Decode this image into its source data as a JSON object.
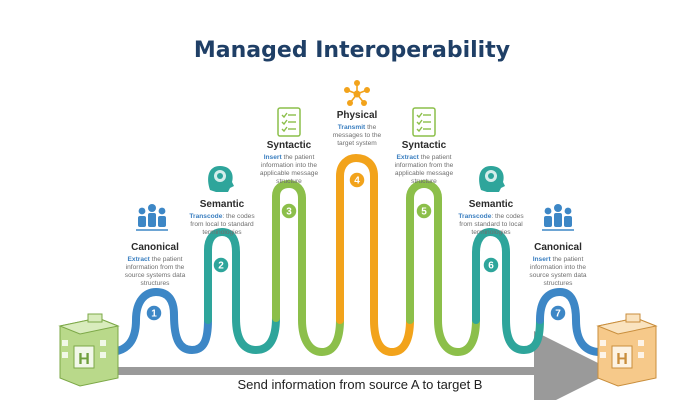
{
  "title": "Managed Interoperability",
  "footer": "Send information from source A to target B",
  "colors": {
    "title": "#1f3f66",
    "blue": "#3d87c6",
    "teal": "#2ea59b",
    "green": "#8cbf4a",
    "orange": "#f2a31b",
    "source_building": "#b9d98a",
    "target_building": "#f6c98a",
    "arrow": "#9a9a9a"
  },
  "building_letter": "H",
  "steps": [
    {
      "number": "1",
      "title": "Canonical",
      "icon": "people-icon",
      "keyword": "Extract",
      "desc": [
        "the patient",
        "information from the",
        "source systems data",
        "structures"
      ]
    },
    {
      "number": "2",
      "title": "Semantic",
      "icon": "brain-head-icon",
      "keyword": "Transcode",
      "desc": [
        ": the codes",
        "from local to standard",
        "terminologies"
      ]
    },
    {
      "number": "3",
      "title": "Syntactic",
      "icon": "checklist-icon",
      "keyword": "Insert",
      "desc": [
        "the patient",
        "information into the",
        "applicable message",
        "structure"
      ]
    },
    {
      "number": "4",
      "title": "Physical",
      "icon": "network-icon",
      "keyword": "Transmit",
      "desc": [
        "the",
        "messages to the",
        "target system"
      ]
    },
    {
      "number": "5",
      "title": "Syntactic",
      "icon": "checklist-icon",
      "keyword": "Extract",
      "desc": [
        "the patient",
        "information from the",
        "applicable message",
        "structure"
      ]
    },
    {
      "number": "6",
      "title": "Semantic",
      "icon": "brain-head-icon",
      "keyword": "Transcode",
      "desc": [
        ": the codes",
        "from standard to local",
        "terminologies"
      ]
    },
    {
      "number": "7",
      "title": "Canonical",
      "icon": "people-icon",
      "keyword": "Insert",
      "desc": [
        "the patient",
        "information into the",
        "source system data",
        "structures"
      ]
    }
  ]
}
